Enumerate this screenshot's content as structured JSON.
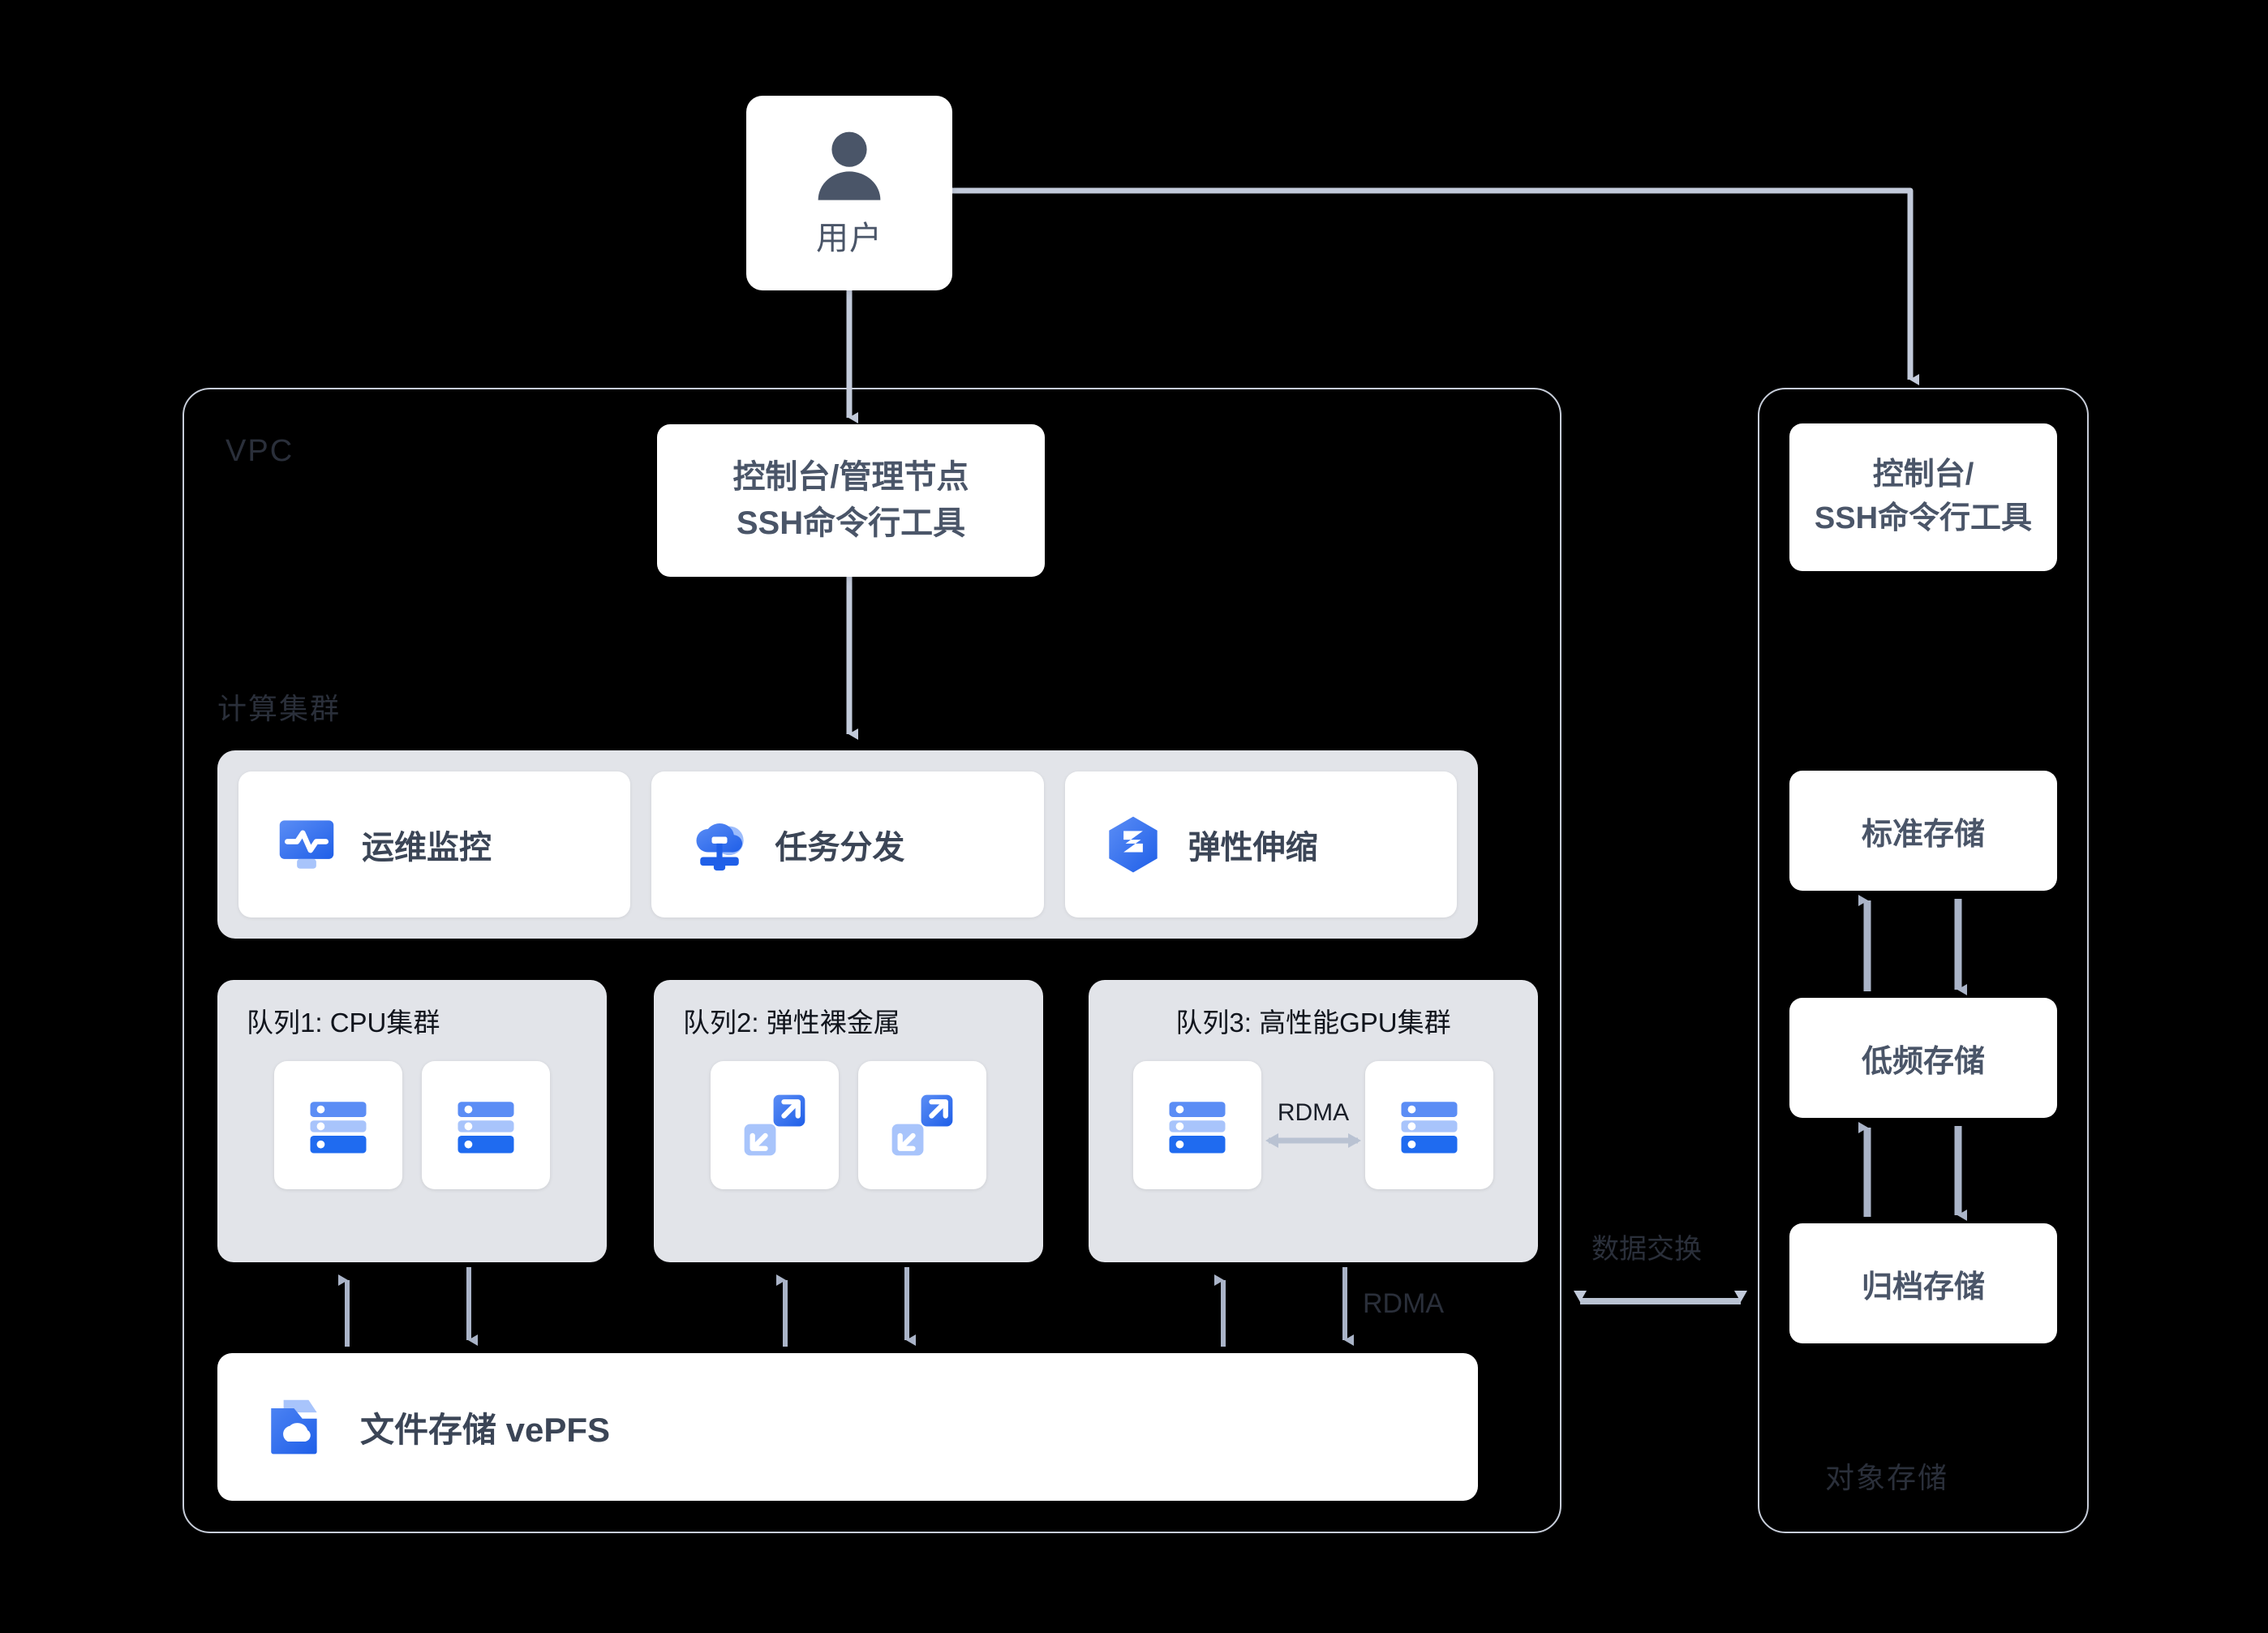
{
  "meta": {
    "title": "云上高性能计算集群架构图",
    "background": "#000000",
    "accent": "#2f6bf0",
    "connector_color": "#c2cada",
    "panel_border": "#c6ccd8",
    "card_text": "#4a5568",
    "muted_label": "#2a2f3a"
  },
  "user": {
    "label": "用户",
    "icon": "person-icon"
  },
  "vpc": {
    "label": "VPC",
    "console": {
      "line1": "控制台/管理节点",
      "line2": "SSH命令行工具"
    },
    "compute_label": "计算集群",
    "services": [
      {
        "label": "运维监控",
        "icon": "monitor-pulse-icon"
      },
      {
        "label": "任务分发",
        "icon": "cloud-distribute-icon"
      },
      {
        "label": "弹性伸缩",
        "icon": "hexagon-scale-icon"
      }
    ],
    "queues": [
      {
        "title": "队列1: CPU集群",
        "nodes": [
          {
            "icon": "server-icon"
          },
          {
            "icon": "server-icon"
          }
        ],
        "interconnect": ""
      },
      {
        "title": "队列2: 弹性裸金属",
        "nodes": [
          {
            "icon": "resize-arrows-icon"
          },
          {
            "icon": "resize-arrows-icon"
          }
        ],
        "interconnect": ""
      },
      {
        "title": "队列3: 高性能GPU集群",
        "nodes": [
          {
            "icon": "server-icon"
          },
          {
            "icon": "server-icon"
          }
        ],
        "interconnect": "RDMA"
      }
    ],
    "file_storage": {
      "label": "文件存储 vePFS",
      "icon": "folder-cloud-icon"
    },
    "rdma_link_label": "RDMA"
  },
  "object_storage": {
    "label": "对象存储",
    "console": {
      "line1": "控制台/",
      "line2": "SSH命令行工具"
    },
    "tiers": [
      {
        "label": "标准存储"
      },
      {
        "label": "低频存储"
      },
      {
        "label": "归档存储"
      }
    ]
  },
  "data_exchange": {
    "label": "数据交换"
  }
}
